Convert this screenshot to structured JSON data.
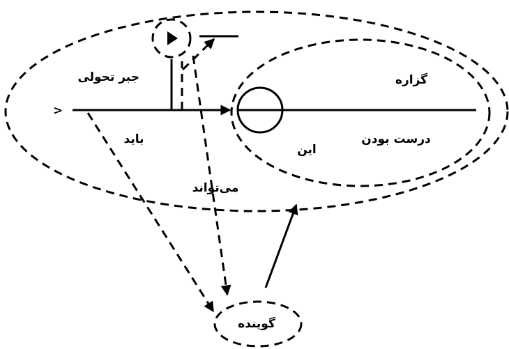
{
  "labels": {
    "outer": "جبر تحولی",
    "inner": "گزاره",
    "must": "باید",
    "can": "می‌تواند",
    "this": "این",
    "being_true": "درست بودن",
    "speaker": "گوینده",
    "arrow_left": ">"
  }
}
